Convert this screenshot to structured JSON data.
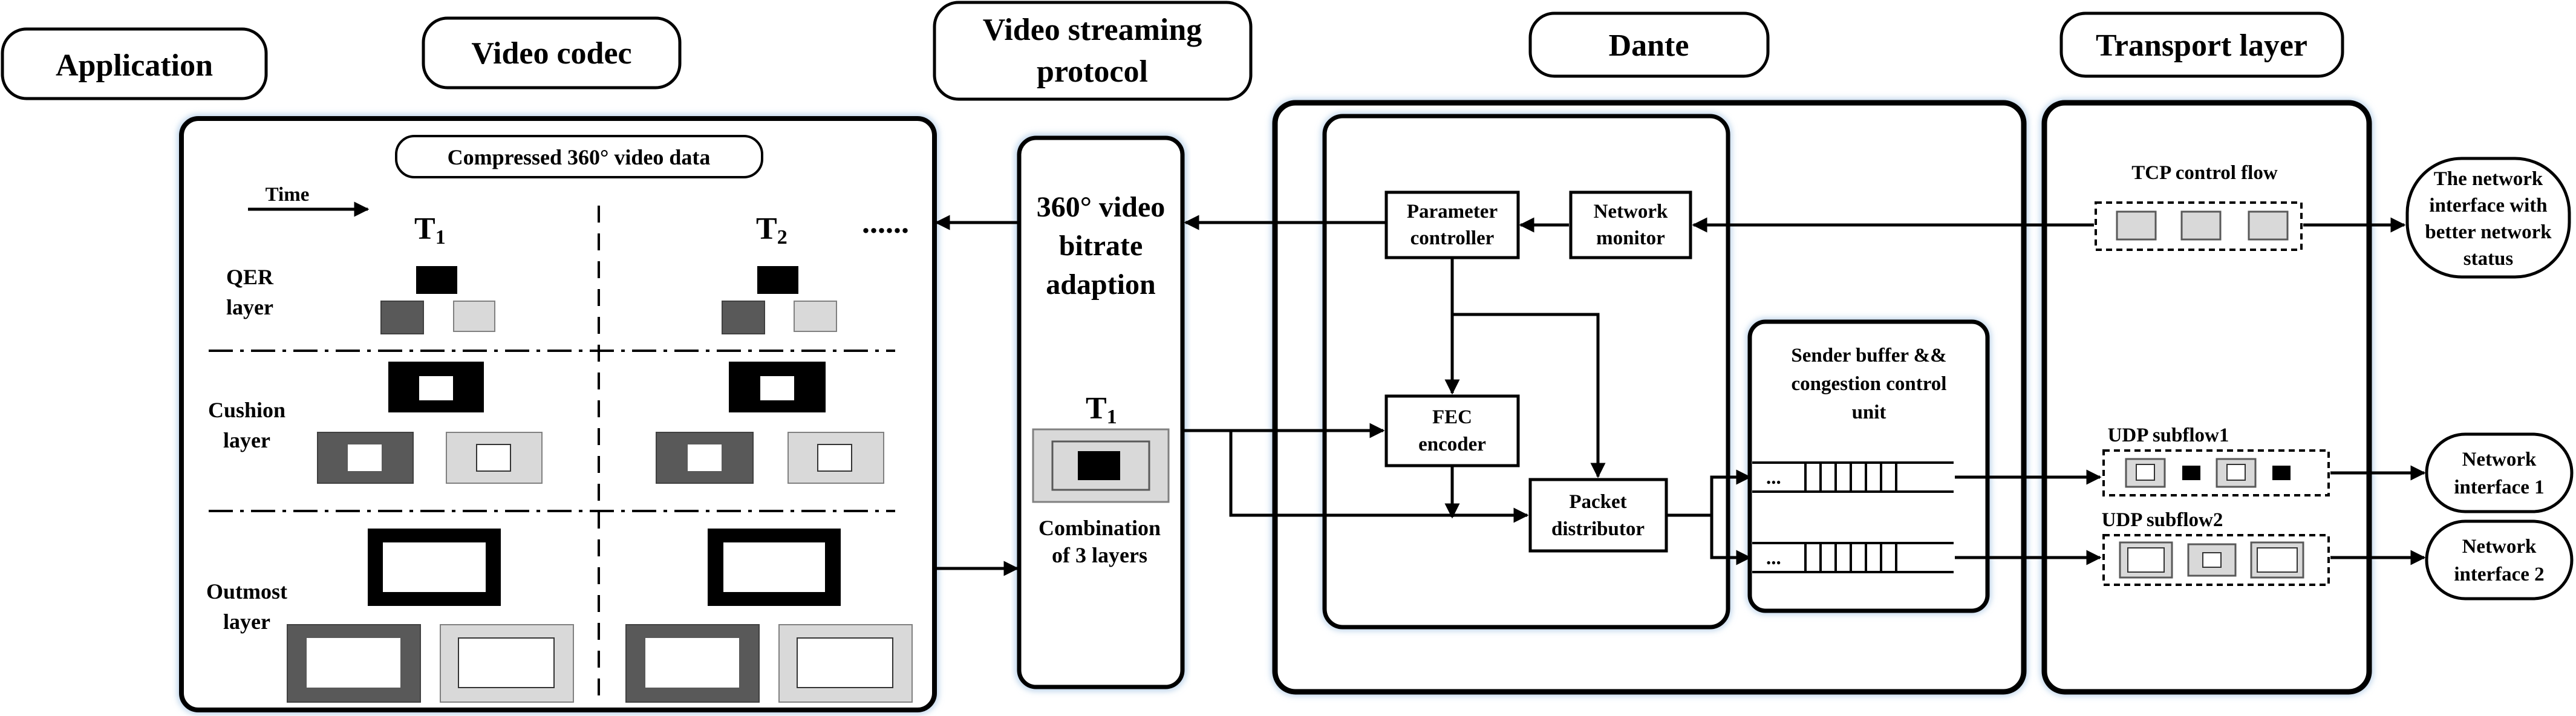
{
  "headers": {
    "application": "Application",
    "video_codec": "Video codec",
    "streaming_protocol": [
      "Video streaming",
      "protocol"
    ],
    "dante": "Dante",
    "transport_layer": "Transport layer"
  },
  "codec": {
    "title": "Compressed 360° video data",
    "time_label": "Time",
    "t1_base": "T",
    "t1_sub": "1",
    "t2_base": "T",
    "t2_sub": "2",
    "ellipsis": "......",
    "layers": {
      "qer": [
        "QER",
        "layer"
      ],
      "cushion": [
        "Cushion",
        "layer"
      ],
      "outmost": [
        "Outmost",
        "layer"
      ]
    }
  },
  "adaption": {
    "title": [
      "360° video",
      "bitrate",
      "adaption"
    ],
    "t1_base": "T",
    "t1_sub": "1",
    "combination": [
      "Combination",
      "of 3 layers"
    ]
  },
  "dante": {
    "parameter_controller": [
      "Parameter",
      "controller"
    ],
    "network_monitor": [
      "Network",
      "monitor"
    ],
    "fec_encoder": [
      "FEC",
      "encoder"
    ],
    "packet_distributor": [
      "Packet",
      "distributor"
    ],
    "sender_buffer": [
      "Sender buffer &&",
      "congestion control",
      "unit"
    ],
    "ellipsis": "..."
  },
  "transport": {
    "tcp": "TCP control flow",
    "udp1": "UDP subflow1",
    "udp2": "UDP subflow2"
  },
  "right": {
    "better": [
      "The network",
      "interface with",
      "better network",
      "status"
    ],
    "ni1": [
      "Network",
      "interface 1"
    ],
    "ni2": [
      "Network",
      "interface 2"
    ]
  },
  "colors": {
    "dark_gray": "#595959",
    "light_gray": "#d9d9d9",
    "black": "#000000",
    "glow": "#bcd3ea"
  }
}
